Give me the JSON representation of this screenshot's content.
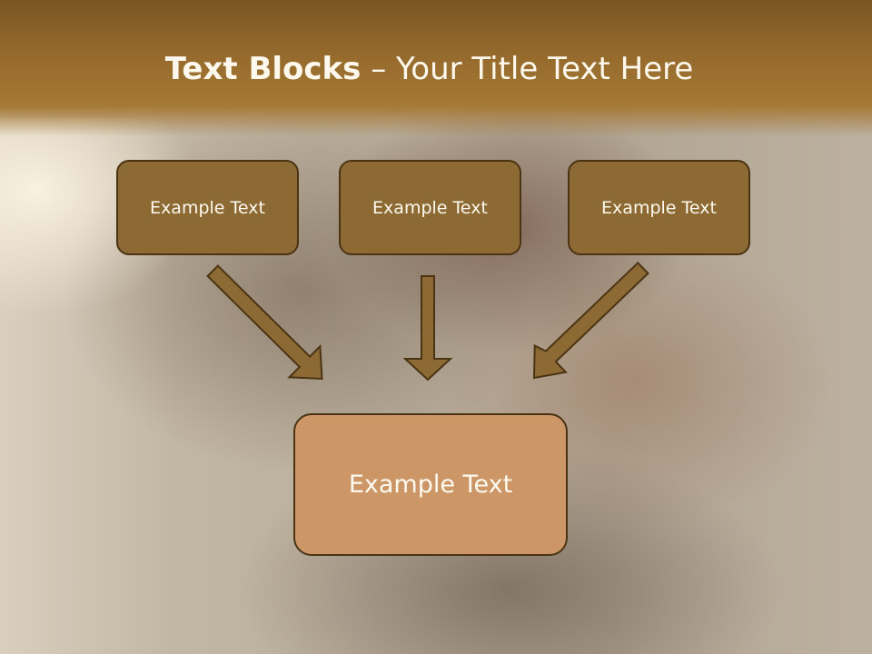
{
  "slide": {
    "title_bold": "Text Blocks",
    "title_sep": " – ",
    "title_rest": "Your Title Text Here"
  },
  "blocks": [
    {
      "label": "Example Text"
    },
    {
      "label": "Example Text"
    },
    {
      "label": "Example Text"
    }
  ],
  "target": {
    "label": "Example Text"
  },
  "colors": {
    "header": "#956a2c",
    "block_fill": "#8d6a33",
    "target_fill": "#cc9666",
    "arrow_fill": "#8d6a33",
    "outline": "#4a3414"
  }
}
